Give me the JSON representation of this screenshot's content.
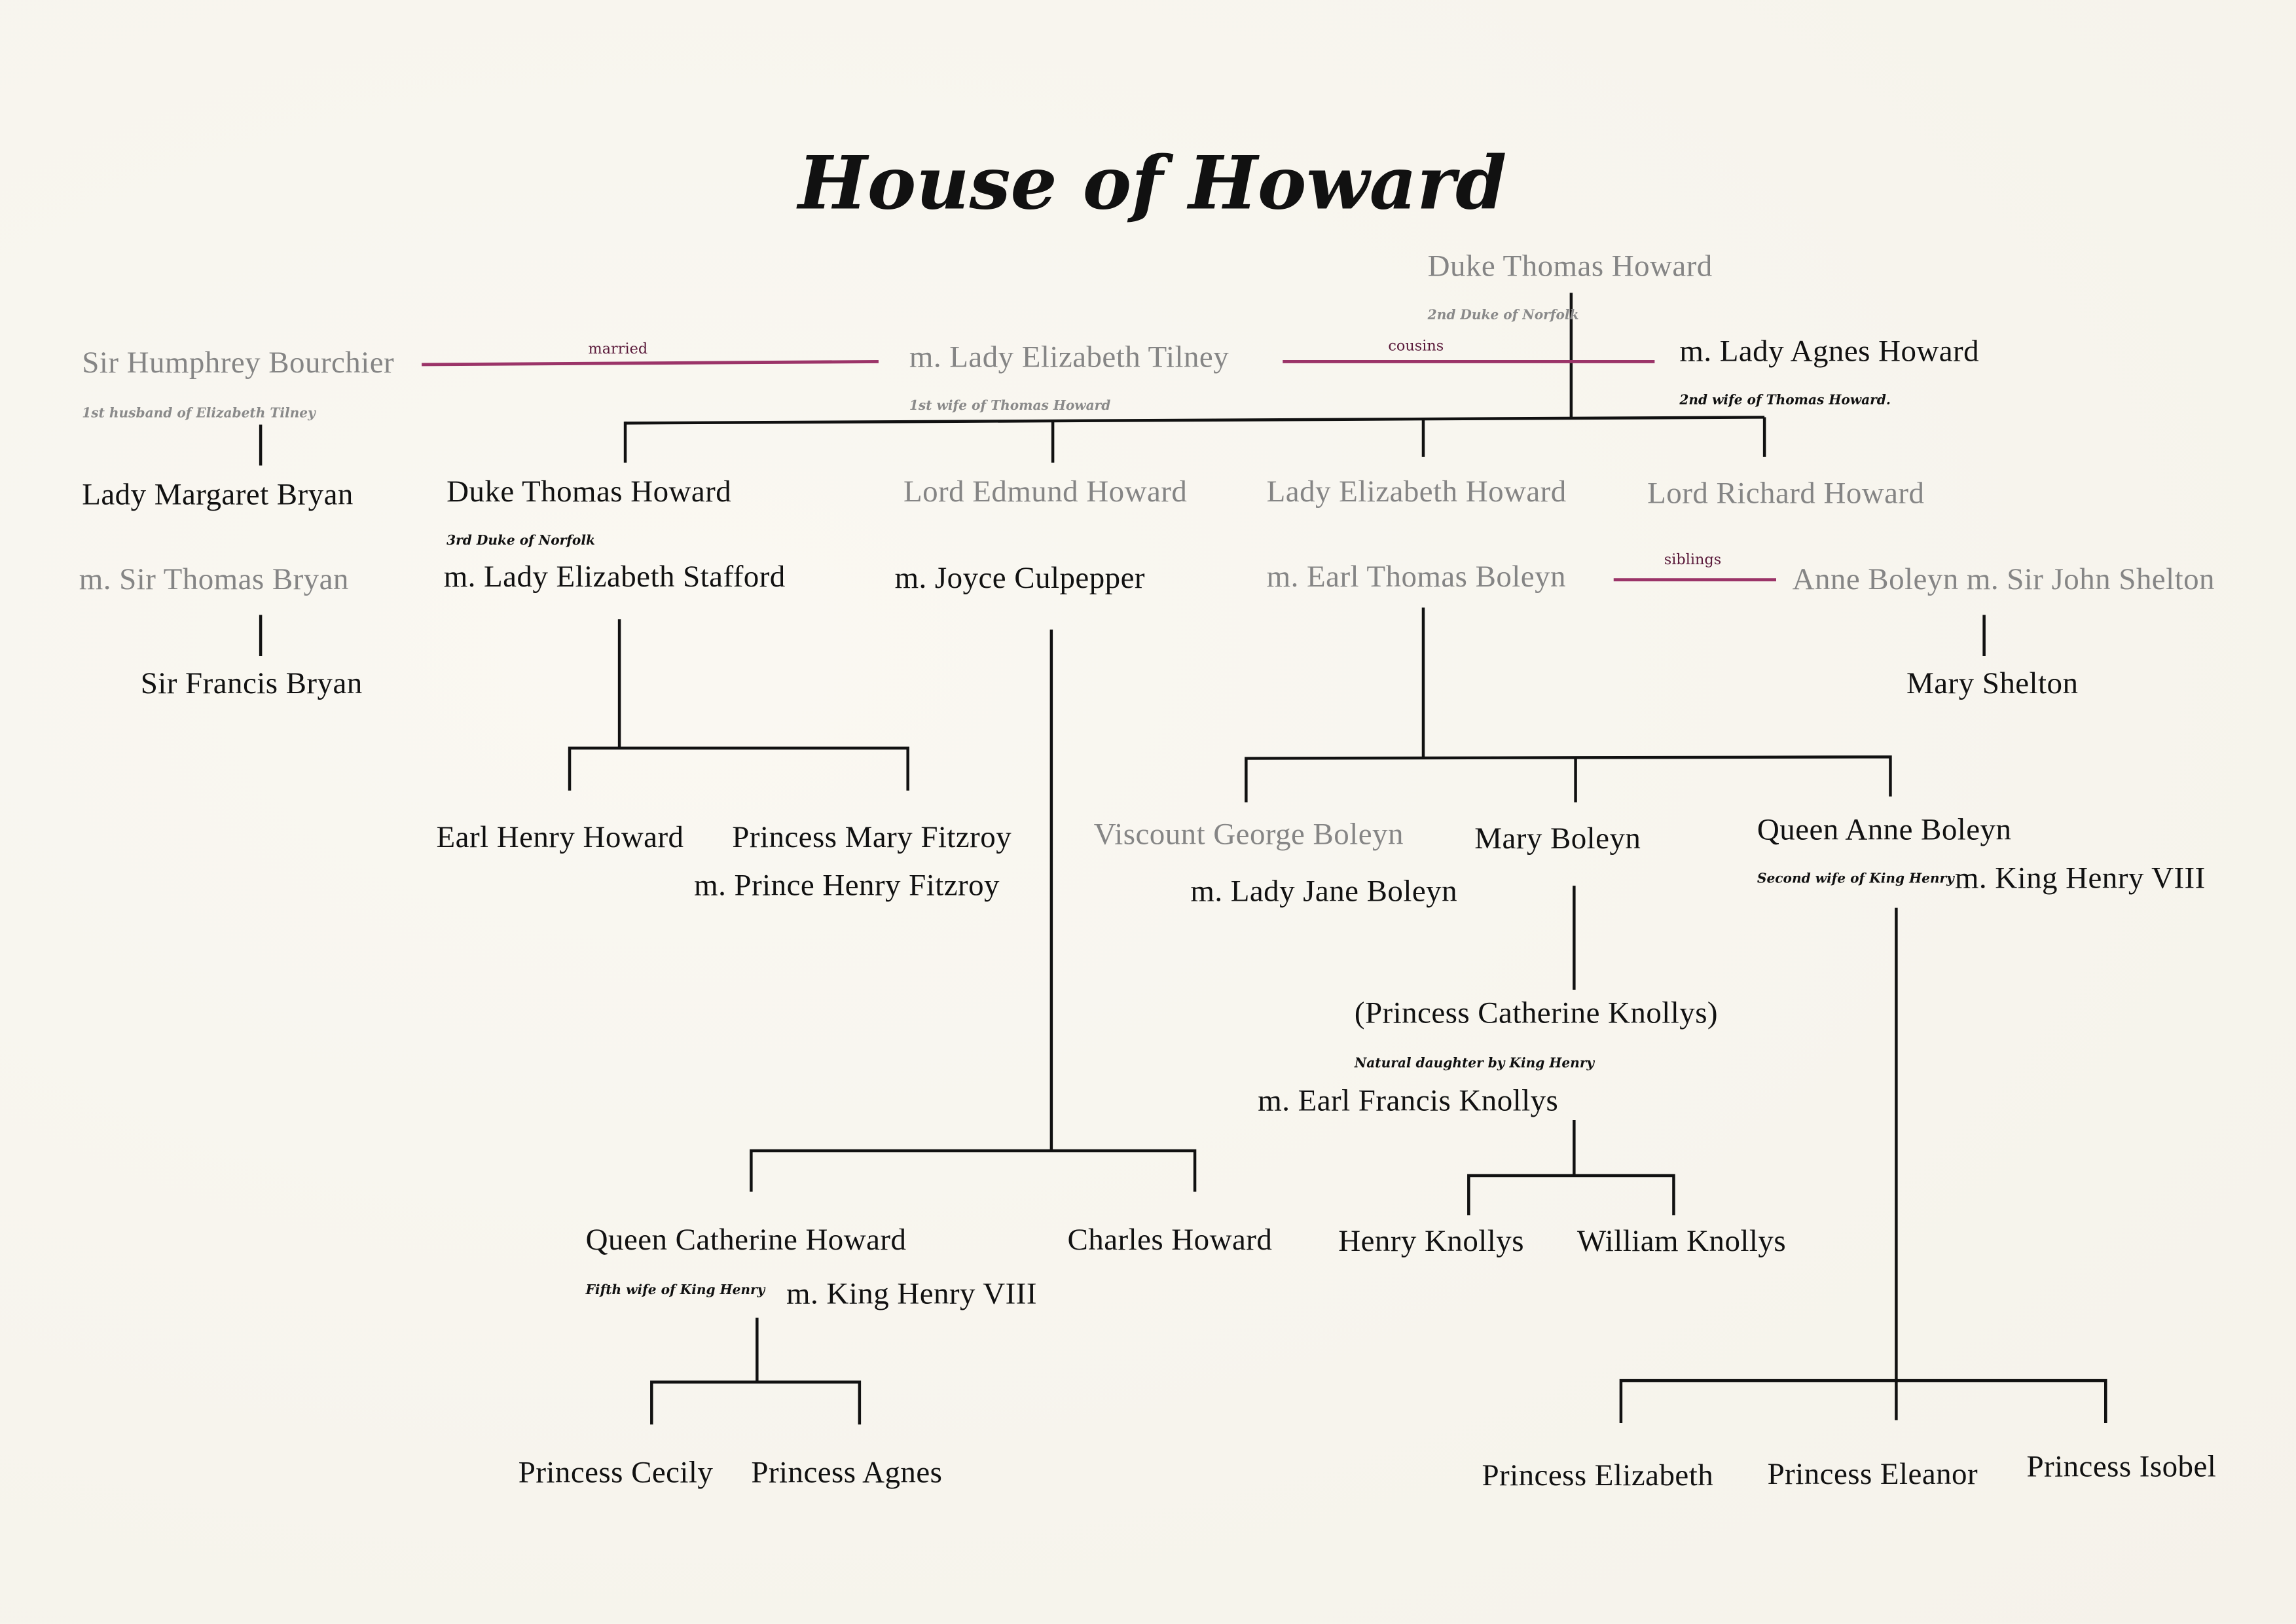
{
  "title": "House of Howard",
  "colors": {
    "background": "#f8f6ef",
    "line": "#111111",
    "relation_line": "#9b3468",
    "deceased_gray": "#858585"
  },
  "relations": {
    "married": "married",
    "cousins": "cousins",
    "siblings": "siblings"
  },
  "people": {
    "duke_thomas_2": "Duke Thomas Howard",
    "duke_thomas_2_note": "2nd Duke of Norfolk",
    "bourchier": "Sir Humphrey Bourchier",
    "bourchier_note": "1st husband of Elizabeth Tilney",
    "tilney": "m. Lady Elizabeth Tilney",
    "tilney_note": "1st wife of Thomas Howard",
    "agnes": "m. Lady Agnes Howard",
    "agnes_note": "2nd wife of Thomas Howard.",
    "margaret_bryan": "Lady Margaret Bryan",
    "thomas_bryan": "m. Sir Thomas Bryan",
    "francis_bryan": "Sir Francis Bryan",
    "duke_thomas_3": "Duke Thomas Howard",
    "duke_thomas_3_note": "3rd Duke of Norfolk",
    "stafford": "m. Lady Elizabeth Stafford",
    "edmund": "Lord Edmund Howard",
    "culpepper": "m. Joyce Culpepper",
    "lady_elizabeth": "Lady Elizabeth Howard",
    "thomas_boleyn": "m. Earl Thomas Boleyn",
    "richard": "Lord Richard Howard",
    "anne_shelton": "Anne Boleyn m. Sir John Shelton",
    "mary_shelton": "Mary Shelton",
    "henry_howard": "Earl Henry Howard",
    "mary_fitzroy": "Princess Mary Fitzroy",
    "henry_fitzroy": "m. Prince Henry Fitzroy",
    "george_boleyn": "Viscount George Boleyn",
    "jane_boleyn": "m. Lady Jane Boleyn",
    "mary_boleyn": "Mary Boleyn",
    "anne_boleyn": "Queen Anne Boleyn",
    "anne_boleyn_note": "Second wife of King Henry",
    "henry_viii_a": "m. King Henry VIII",
    "catherine_knollys": "(Princess Catherine Knollys)",
    "catherine_knollys_note": "Natural daughter by King Henry",
    "francis_knollys": "m. Earl Francis Knollys",
    "henry_knollys": "Henry Knollys",
    "william_knollys": "William Knollys",
    "catherine_howard": "Queen Catherine Howard",
    "catherine_howard_note": "Fifth wife of King Henry",
    "henry_viii_b": "m. King Henry VIII",
    "charles_howard": "Charles Howard",
    "cecily": "Princess Cecily",
    "agnes_p": "Princess Agnes",
    "elizabeth_p": "Princess Elizabeth",
    "eleanor_p": "Princess Eleanor",
    "isobel_p": "Princess Isobel"
  }
}
